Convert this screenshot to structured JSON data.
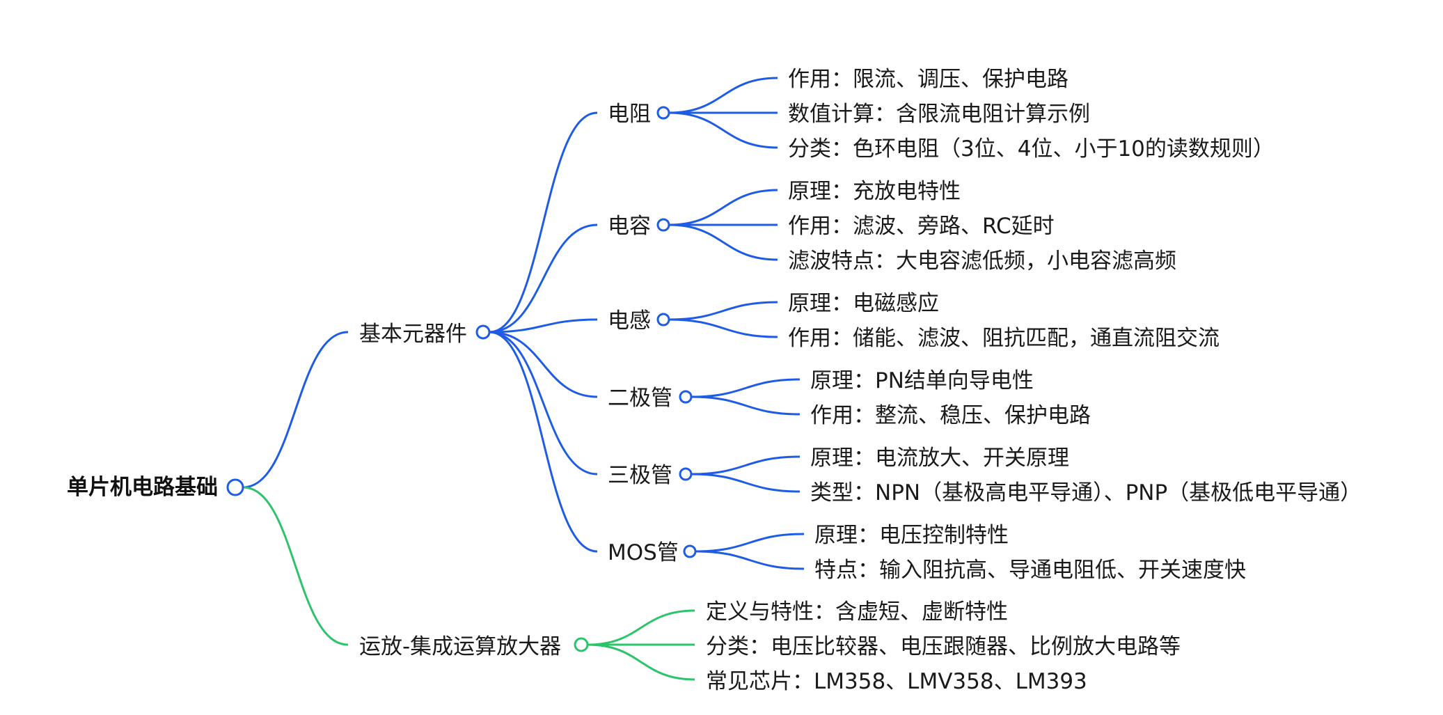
{
  "colors": {
    "blue": "#1f5ce6",
    "green": "#2bc46b"
  },
  "root": {
    "label": "单片机电路基础"
  },
  "branches": [
    {
      "label": "基本元器件",
      "color": "blue",
      "children": [
        {
          "label": "电阻",
          "leaves": [
            "作用：限流、调压、保护电路",
            "数值计算：含限流电阻计算示例",
            "分类：色环电阻（3位、4位、小于10的读数规则）"
          ]
        },
        {
          "label": "电容",
          "leaves": [
            "原理：充放电特性",
            "作用：滤波、旁路、RC延时",
            "滤波特点：大电容滤低频，小电容滤高频"
          ]
        },
        {
          "label": "电感",
          "leaves": [
            "原理：电磁感应",
            "作用：储能、滤波、阻抗匹配，通直流阻交流"
          ]
        },
        {
          "label": "二极管",
          "leaves": [
            "原理：PN结单向导电性",
            "作用：整流、稳压、保护电路"
          ]
        },
        {
          "label": "三极管",
          "leaves": [
            "原理：电流放大、开关原理",
            "类型：NPN（基极高电平导通）、PNP（基极低电平导通）"
          ]
        },
        {
          "label": "MOS管",
          "leaves": [
            "原理：电压控制特性",
            "特点：输入阻抗高、导通电阻低、开关速度快"
          ]
        }
      ]
    },
    {
      "label": "运放-集成运算放大器",
      "color": "green",
      "leaves": [
        "定义与特性：含虚短、虚断特性",
        "分类：电压比较器、电压跟随器、比例放大电路等",
        "常见芯片：LM358、LMV358、LM393"
      ]
    }
  ]
}
